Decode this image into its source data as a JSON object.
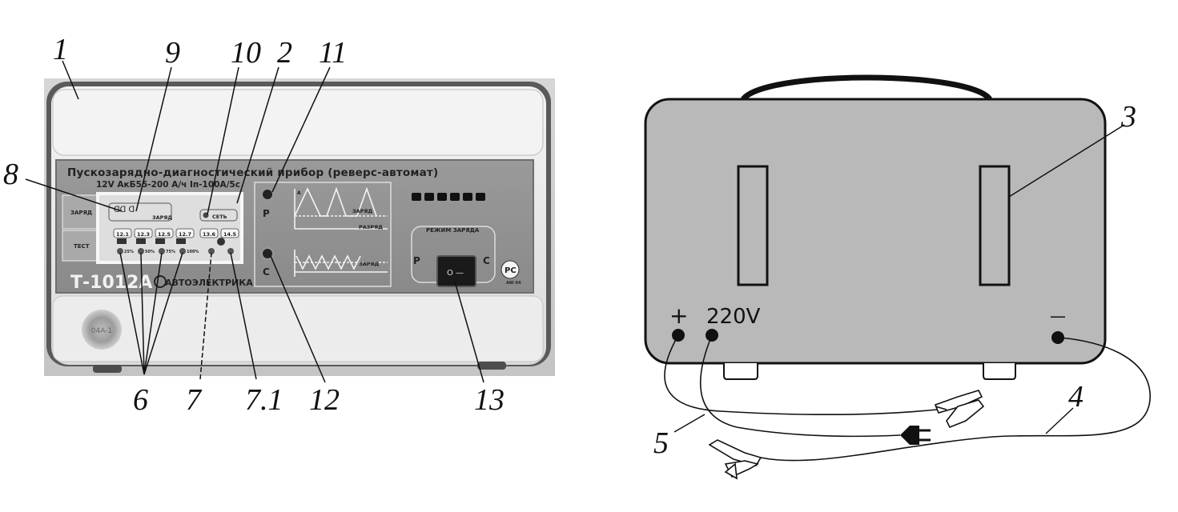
{
  "callouts": {
    "c1": "1",
    "c2": "2",
    "c3": "3",
    "c4": "4",
    "c5": "5",
    "c6": "6",
    "c7": "7",
    "c7_1": "7.1",
    "c8": "8",
    "c9": "9",
    "c10": "10",
    "c11": "11",
    "c12": "12",
    "c13": "13"
  },
  "front_panel": {
    "title": "Пускозарядно-диагностический прибор  (реверс-автомат)",
    "spec": "12V АкБ55-200 А/ч Iп-100А/5с",
    "row_zaryad": "ЗАРЯД",
    "row_test": "ТЕСТ",
    "indicator_zaryad": "ЗАРЯД",
    "indicator_set": "СЕТЬ",
    "voltages": [
      "12.1",
      "12.3",
      "12.5",
      "12.7",
      "13.6",
      "14.5"
    ],
    "percents": [
      "25%",
      "50%",
      "75%",
      "100%"
    ],
    "model": "Т-1012А",
    "brand": "АВТОЭЛЕКТРИКА",
    "button_p": "Р",
    "button_c": "С",
    "graph_zaryad_top": "ЗАРЯД",
    "graph_razryad": "РАЗРЯД",
    "graph_zaryad_bottom": "ЗАРЯД",
    "graph_axis_a": "А",
    "mode_title": "РЕЖИМ ЗАРЯДА",
    "mode_p": "Р",
    "mode_c": "С",
    "switch_label": "O  —",
    "cert": "АЮ 64"
  },
  "back_panel": {
    "plus": "+",
    "voltage": "220V",
    "minus": "—"
  }
}
